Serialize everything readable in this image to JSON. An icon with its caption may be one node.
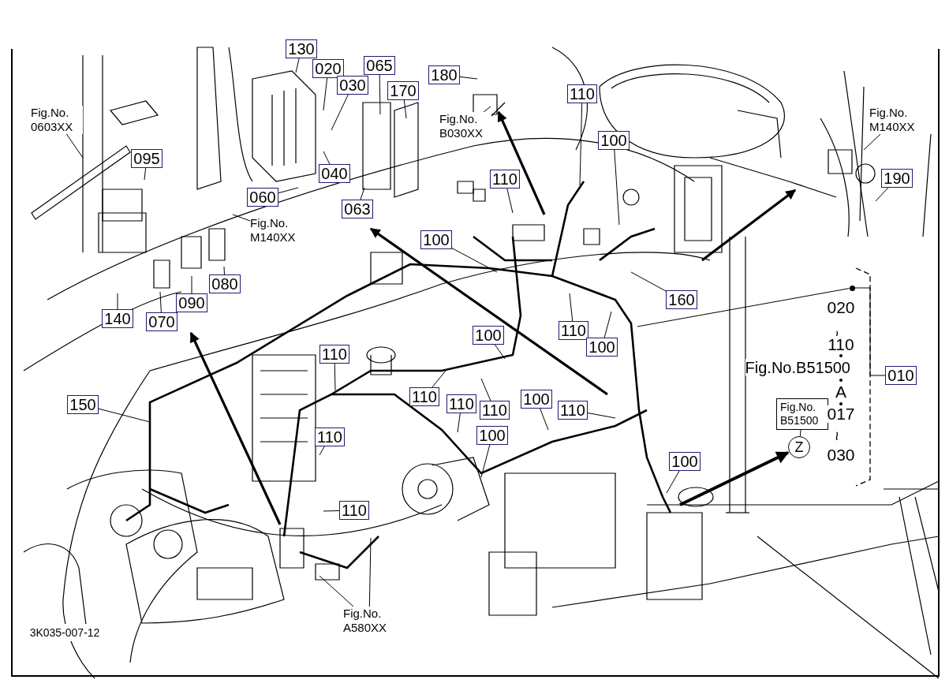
{
  "diagram": {
    "nodes": [
      {
        "text": [
          "130"
        ]
      },
      {
        "text": [
          "020"
        ]
      },
      {
        "text": [
          "065"
        ]
      },
      {
        "text": [
          "180"
        ]
      },
      {
        "text": [
          "030"
        ]
      },
      {
        "text": [
          "170"
        ]
      },
      {
        "text": [
          "110"
        ]
      },
      {
        "text": [
          "Fig.No. 0603XX"
        ]
      },
      {
        "text": [
          "Fig.No. M140XX"
        ]
      },
      {
        "text": [
          "Fig.No. B030XX"
        ]
      },
      {
        "text": [
          "100"
        ]
      },
      {
        "text": [
          "095"
        ]
      },
      {
        "text": [
          "040"
        ]
      },
      {
        "text": [
          "110"
        ]
      },
      {
        "text": [
          "190"
        ]
      },
      {
        "text": [
          "060"
        ]
      },
      {
        "text": [
          "063"
        ]
      },
      {
        "text": [
          "Fig.No. M140XX"
        ]
      },
      {
        "text": [
          "100"
        ]
      },
      {
        "text": [
          "080"
        ]
      },
      {
        "text": [
          "160"
        ]
      },
      {
        "text": [
          "090"
        ]
      },
      {
        "text": [
          "140"
        ]
      },
      {
        "text": [
          "070"
        ]
      },
      {
        "text": [
          "110"
        ]
      },
      {
        "text": [
          "100"
        ]
      },
      {
        "text": [
          "100"
        ]
      },
      {
        "text": [
          "110"
        ]
      },
      {
        "text": [
          "110"
        ]
      },
      {
        "text": [
          "100"
        ]
      },
      {
        "text": [
          "110"
        ]
      },
      {
        "text": [
          "150"
        ]
      },
      {
        "text": [
          "110"
        ]
      },
      {
        "text": [
          "110"
        ]
      },
      {
        "text": [
          "Fig.No. B51500"
        ]
      },
      {
        "text": [
          "100"
        ]
      },
      {
        "text": [
          "110"
        ]
      },
      {
        "text": [
          "Z"
        ]
      },
      {
        "text": [
          "100"
        ]
      },
      {
        "text": [
          "110"
        ]
      },
      {
        "text": [
          "Fig.No. A580XX"
        ]
      },
      {
        "text": [
          "010"
        ]
      },
      {
        "text": [],
        "shape": "circle"
      }
    ],
    "edges": [
      {
        "from": 0,
        "to": null,
        "arrow": "none"
      },
      {
        "from": 1,
        "to": null,
        "arrow": "none"
      },
      {
        "from": 2,
        "to": null,
        "arrow": "none"
      },
      {
        "from": 3,
        "to": null,
        "arrow": "none"
      },
      {
        "from": 4,
        "to": null,
        "arrow": "none"
      },
      {
        "from": 5,
        "to": null,
        "arrow": "none"
      },
      {
        "from": 6,
        "to": null,
        "arrow": "none"
      },
      {
        "from": 7,
        "to": null,
        "arrow": "none"
      },
      {
        "from": 8,
        "to": null,
        "arrow": "none"
      },
      {
        "from": 9,
        "to": null,
        "arrow": "none"
      },
      {
        "from": 10,
        "to": null,
        "arrow": "none"
      },
      {
        "from": 11,
        "to": null,
        "arrow": "none"
      },
      {
        "from": 12,
        "to": null,
        "arrow": "none"
      },
      {
        "from": 13,
        "to": null,
        "arrow": "none"
      },
      {
        "from": 14,
        "to": null,
        "arrow": "none"
      },
      {
        "from": 15,
        "to": null,
        "arrow": "none"
      },
      {
        "from": 16,
        "to": null,
        "arrow": "none"
      },
      {
        "from": 17,
        "to": null,
        "arrow": "none"
      },
      {
        "from": 18,
        "to": null,
        "arrow": "none"
      },
      {
        "from": 19,
        "to": null,
        "arrow": "none"
      },
      {
        "from": 20,
        "to": null,
        "arrow": "none"
      },
      {
        "from": 21,
        "to": null,
        "arrow": "none"
      },
      {
        "from": 22,
        "to": null,
        "arrow": "none"
      },
      {
        "from": 23,
        "to": null,
        "arrow": "none"
      },
      {
        "from": 24,
        "to": null,
        "arrow": "none"
      },
      {
        "from": 25,
        "to": null,
        "arrow": "none"
      },
      {
        "from": 26,
        "to": null,
        "arrow": "none"
      },
      {
        "from": 27,
        "to": null,
        "arrow": "none"
      },
      {
        "from": 28,
        "to": null,
        "arrow": "none"
      },
      {
        "from": 29,
        "to": null,
        "arrow": "none"
      },
      {
        "from": 30,
        "to": null,
        "arrow": "none"
      },
      {
        "from": 31,
        "to": null,
        "arrow": "none"
      },
      {
        "from": 32,
        "to": null,
        "arrow": "none"
      },
      {
        "from": 33,
        "to": null,
        "arrow": "none"
      },
      {
        "from": 35,
        "to": null,
        "arrow": "none"
      },
      {
        "from": 36,
        "to": null,
        "arrow": "none"
      },
      {
        "from": 38,
        "to": null,
        "arrow": "none"
      },
      {
        "from": 39,
        "to": null,
        "arrow": "none"
      },
      {
        "from": 40,
        "to": null,
        "arrow": "none"
      },
      {
        "from": 40,
        "to": null,
        "arrow": "none"
      },
      {
        "from": 34,
        "to": 37,
        "arrow": "none"
      },
      {
        "from": null,
        "to": 37,
        "arrow": "to",
        "style": "thick"
      },
      {
        "from": 41,
        "to": 42,
        "arrow": "none"
      },
      {
        "from": 42,
        "to": null,
        "arrow": "none"
      }
    ],
    "labels": [
      "020",
      "~",
      "110",
      "Fig.No.B51500",
      "A",
      "017",
      "~",
      "030",
      "3K035-007-12"
    ]
  }
}
